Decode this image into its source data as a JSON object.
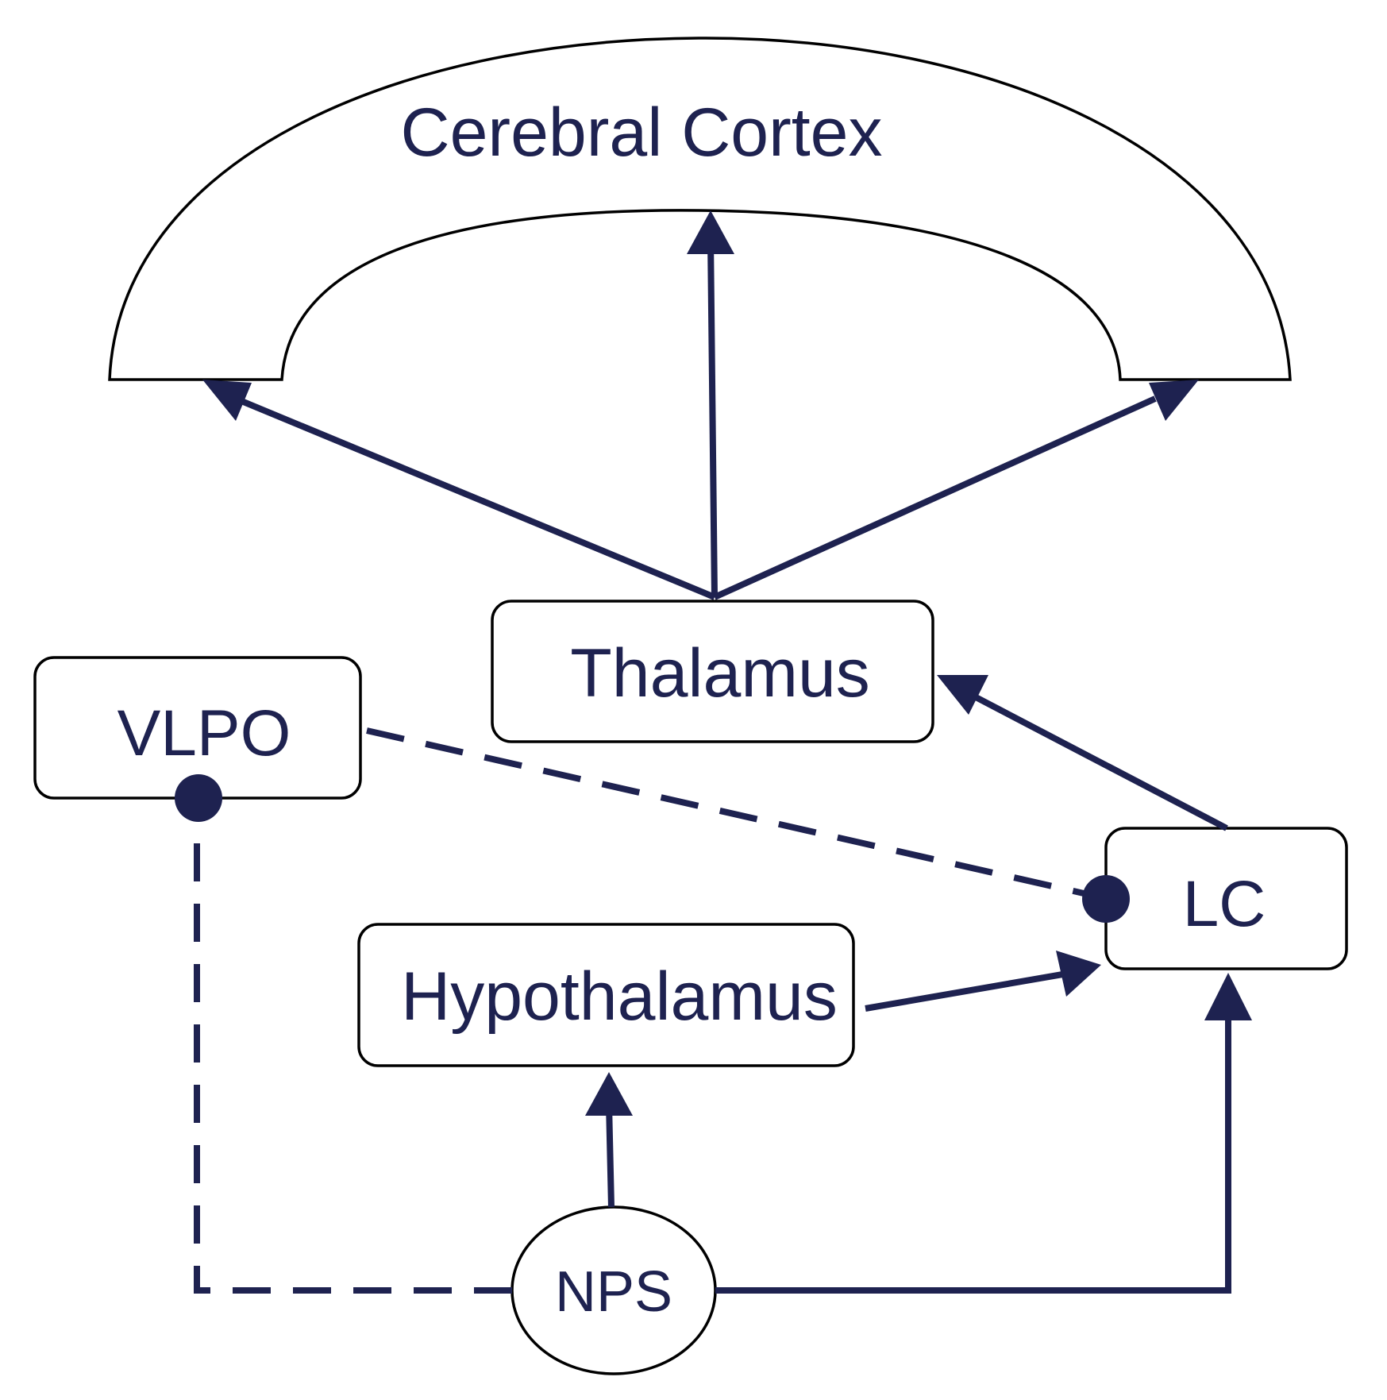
{
  "colors": {
    "ink": "#1e2250",
    "outline": "#000000",
    "background": "#ffffff"
  },
  "nodes": {
    "cortex": {
      "label": "Cerebral Cortex"
    },
    "thalamus": {
      "label": "Thalamus"
    },
    "vlpo": {
      "label": "VLPO"
    },
    "lc": {
      "label": "LC"
    },
    "hypothalamus": {
      "label": "Hypothalamus"
    },
    "nps": {
      "label": "NPS"
    }
  },
  "edges": [
    {
      "from": "Thalamus",
      "to": "Cerebral Cortex (left)",
      "style": "solid",
      "head": "arrow"
    },
    {
      "from": "Thalamus",
      "to": "Cerebral Cortex (center)",
      "style": "solid",
      "head": "arrow"
    },
    {
      "from": "Thalamus",
      "to": "Cerebral Cortex (right)",
      "style": "solid",
      "head": "arrow"
    },
    {
      "from": "LC",
      "to": "Thalamus",
      "style": "solid",
      "head": "arrow"
    },
    {
      "from": "Hypothalamus",
      "to": "LC",
      "style": "solid",
      "head": "arrow"
    },
    {
      "from": "NPS",
      "to": "Hypothalamus",
      "style": "solid",
      "head": "arrow"
    },
    {
      "from": "NPS",
      "to": "LC",
      "style": "solid",
      "head": "arrow"
    },
    {
      "from": "VLPO",
      "to": "LC",
      "style": "dashed",
      "head": "dot"
    },
    {
      "from": "NPS",
      "to": "VLPO",
      "style": "dashed",
      "head": "dot"
    }
  ]
}
